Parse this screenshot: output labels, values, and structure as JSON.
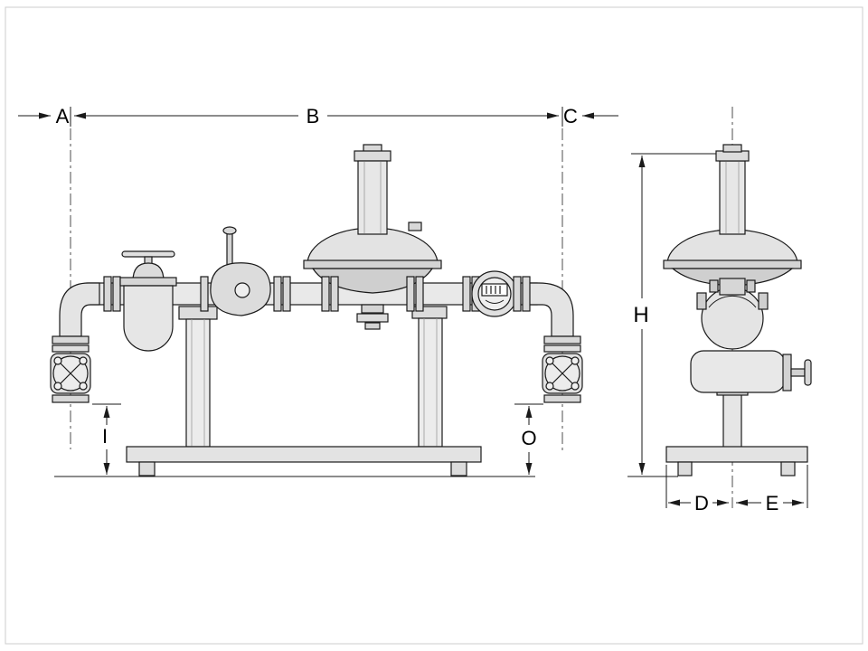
{
  "drawing": {
    "labels": {
      "a": "A",
      "b": "B",
      "c": "C",
      "h": "H",
      "i": "I",
      "o": "O",
      "d": "D",
      "e": "E"
    },
    "colors": {
      "line": "#1a1a1a",
      "background": "#ffffff",
      "fill_light": "#e8e8e8",
      "fill_mid": "#d8d8d8"
    }
  }
}
